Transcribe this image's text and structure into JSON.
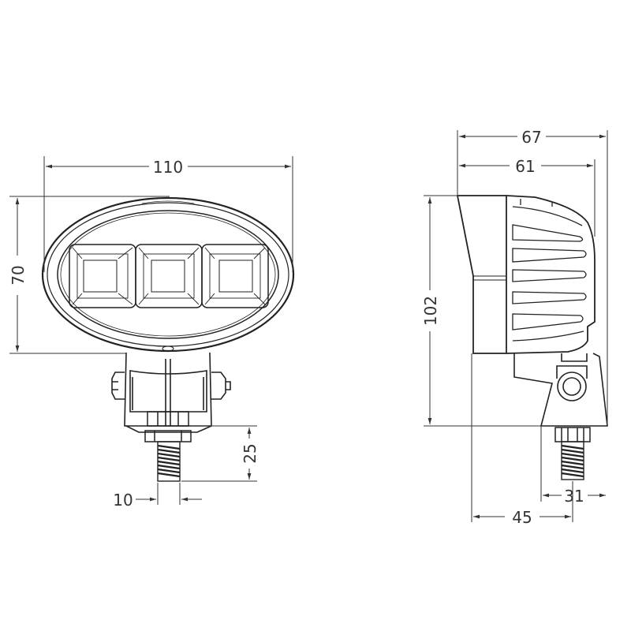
{
  "dimensions": {
    "front_width": "110",
    "front_height": "70",
    "bolt_length": "25",
    "bolt_diameter": "10",
    "side_depth_total": "67",
    "side_depth_body": "61",
    "side_height": "102",
    "bracket_offset": "45",
    "bolt_offset": "31"
  },
  "colors": {
    "line": "#333333",
    "background": "#ffffff"
  }
}
